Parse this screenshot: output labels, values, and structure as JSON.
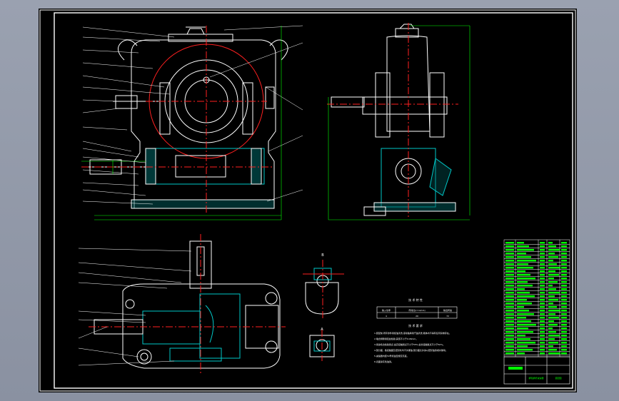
{
  "drawing": {
    "section_labels": {
      "section_b": "B",
      "section_a": "A"
    },
    "tables": {
      "spec_title": "技 术 特 性",
      "spec_headers": [
        "输入功率",
        "传动比(i=nk/nA)",
        "输出转速"
      ],
      "spec_values": [
        "4",
        "20",
        "72"
      ],
      "requirements_title": "技 术 要 求",
      "requirements": [
        "1.装配前,所有零件用煤油清洗,滚动轴承用汽油清洗,箱体内不得有任何杂物存在。",
        "2.啮合侧隙用铅丝检验,其值不小于0.06mm。",
        "3.用涂色法检验斑点,齿高接触斑点不小于55%,齿长接触斑点不小于50%。",
        "4.剖分面、各接触面及密封处均不许漏油,剖分面允许涂以密封油漆或水玻璃。",
        "5.减速器内装50号机油至规定高度。",
        "6.表面涂灰色油漆。"
      ]
    },
    "title_block": {
      "drawing_name": "蜗轮蜗杆减速器",
      "drawing_code": "装配图"
    }
  },
  "colors": {
    "sheet": "#000000",
    "frame": "#ffffff",
    "part": "#ffffff",
    "center": "#ff2020",
    "dim": "#00ff00",
    "section": "#00c8c8",
    "bom": "#00ff00"
  }
}
